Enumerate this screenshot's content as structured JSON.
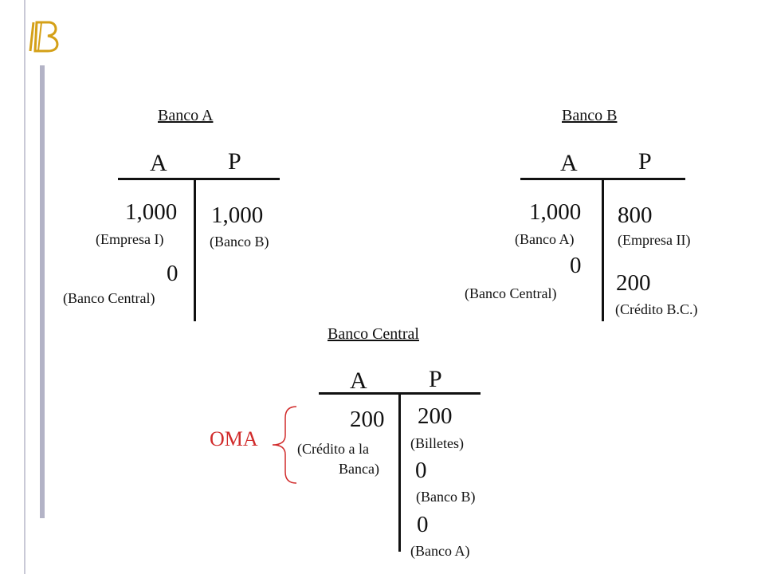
{
  "logo": {
    "letter": "B",
    "color": "#d4a017"
  },
  "accent_color": "#d12b2b",
  "banco_a": {
    "title": "Banco A",
    "col_a": "A",
    "col_p": "P",
    "assets": [
      {
        "value": "1,000",
        "label": "(Empresa I)"
      },
      {
        "value": "0",
        "label": "(Banco Central)"
      }
    ],
    "liabilities": [
      {
        "value": "1,000",
        "label": "(Banco B)"
      }
    ]
  },
  "banco_b": {
    "title": "Banco B",
    "col_a": "A",
    "col_p": "P",
    "assets": [
      {
        "value": "1,000",
        "label": "(Banco A)"
      },
      {
        "value": "0",
        "label": "(Banco Central)"
      }
    ],
    "liabilities": [
      {
        "value": "800",
        "label": "(Empresa II)"
      },
      {
        "value": "200",
        "label": "(Crédito B.C.)"
      }
    ]
  },
  "banco_central": {
    "title": "Banco Central",
    "col_a": "A",
    "col_p": "P",
    "assets": [
      {
        "value": "200",
        "label_line1": "(Crédito a la",
        "label_line2": "Banca)"
      }
    ],
    "liabilities": [
      {
        "value": "200",
        "label": "(Billetes)"
      },
      {
        "value": "0",
        "label": "(Banco B)"
      },
      {
        "value": "0",
        "label": "(Banco A)"
      }
    ],
    "oma": "OMA"
  }
}
